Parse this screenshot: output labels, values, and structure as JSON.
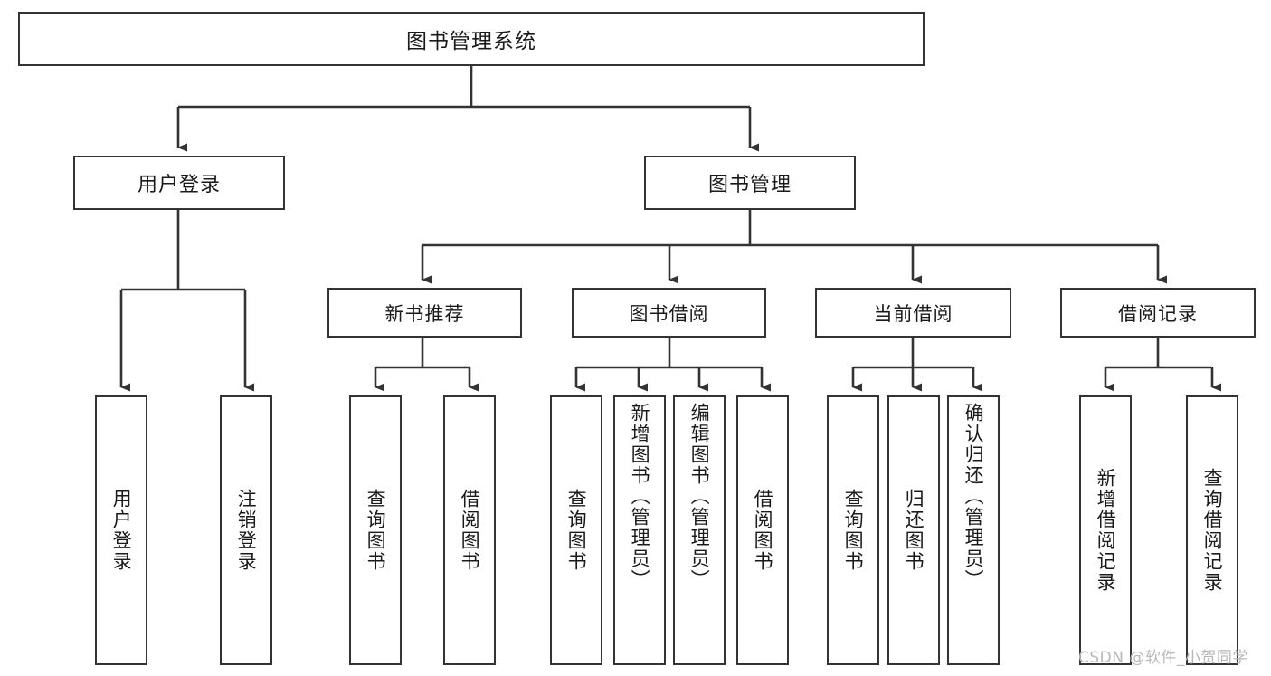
{
  "diagram": {
    "title": "图书管理系统",
    "type": "tree-hierarchy",
    "watermark": "CSDN @软件_小贺同学",
    "colors": {
      "background": "#ffffff",
      "box_border": "#333333",
      "box_fill": "#ffffff",
      "text": "#1a1a1a",
      "connector": "#333333",
      "watermark": "#b8b8b8"
    }
  },
  "nodes": {
    "root": {
      "label": "图书管理系统"
    },
    "level1": [
      {
        "id": "user-login",
        "label": "用户登录"
      },
      {
        "id": "book-management",
        "label": "图书管理"
      }
    ],
    "level2": [
      {
        "id": "new-book-recommend",
        "label": "新书推荐"
      },
      {
        "id": "book-borrow",
        "label": "图书借阅"
      },
      {
        "id": "current-borrow",
        "label": "当前借阅"
      },
      {
        "id": "borrow-records",
        "label": "借阅记录"
      }
    ],
    "leaves": [
      {
        "id": "leaf-user-login",
        "label": "用户登录",
        "parent": "user-login"
      },
      {
        "id": "leaf-logout-login",
        "label": "注销登录",
        "parent": "user-login"
      },
      {
        "id": "leaf-query-books-1",
        "label": "查询图书",
        "parent": "new-book-recommend"
      },
      {
        "id": "leaf-borrow-books-1",
        "label": "借阅图书",
        "parent": "new-book-recommend"
      },
      {
        "id": "leaf-query-books-2",
        "label": "查询图书",
        "parent": "book-borrow"
      },
      {
        "id": "leaf-add-book",
        "label": "新增图书（管理员）",
        "parent": "book-borrow"
      },
      {
        "id": "leaf-edit-book",
        "label": "编辑图书（管理员）",
        "parent": "book-borrow"
      },
      {
        "id": "leaf-borrow-books-2",
        "label": "借阅图书",
        "parent": "book-borrow"
      },
      {
        "id": "leaf-query-books-3",
        "label": "查询图书",
        "parent": "current-borrow"
      },
      {
        "id": "leaf-return-book",
        "label": "归还图书",
        "parent": "current-borrow"
      },
      {
        "id": "leaf-confirm-return",
        "label": "确认归还（管理员）",
        "parent": "current-borrow"
      },
      {
        "id": "leaf-add-record",
        "label": "新增借阅记录",
        "parent": "borrow-records"
      },
      {
        "id": "leaf-query-record",
        "label": "查询借阅记录",
        "parent": "borrow-records"
      }
    ]
  }
}
